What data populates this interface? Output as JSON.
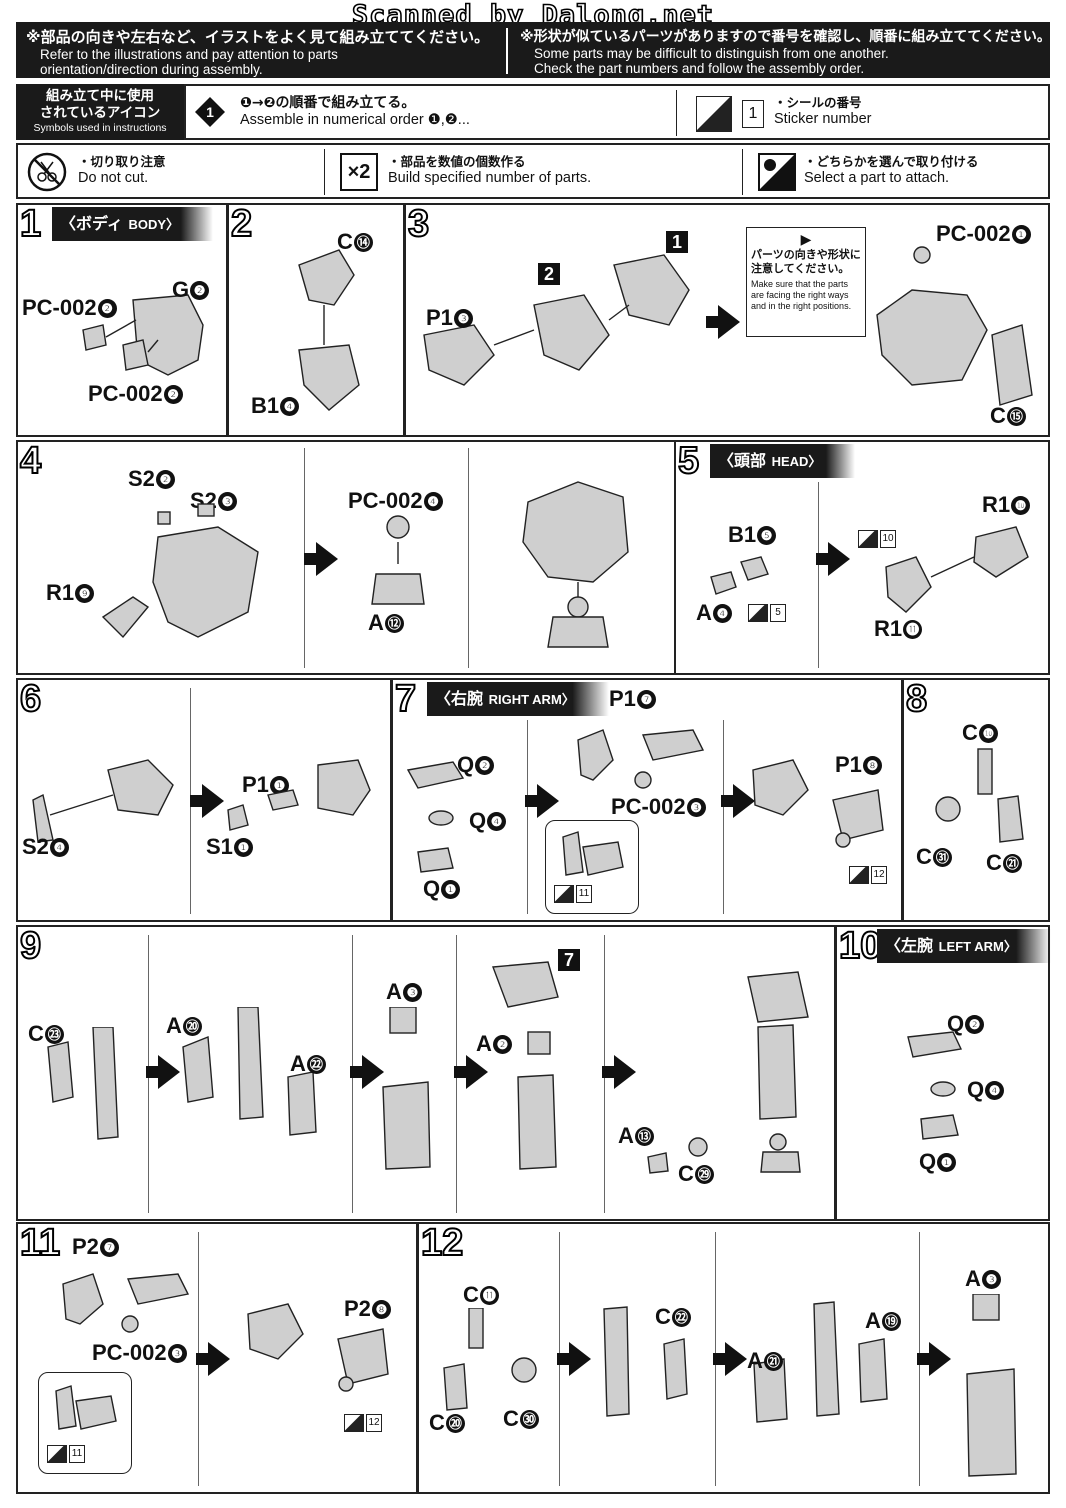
{
  "watermark": "Scanned by Dalong.net",
  "header": {
    "left_jp": "※部品の向きや左右など、イラストをよく見て組み立ててください。",
    "left_en1": "Refer to the illustrations and pay attention to parts",
    "left_en2": "orientation/direction during assembly.",
    "right_jp": "※形状が似ているパーツがありますので番号を確認し、順番に組み立ててください。",
    "right_en1": "Some parts may be difficult to distinguish from one another.",
    "right_en2": "Check the part numbers and follow the assembly order."
  },
  "legend": {
    "title_jp1": "組み立て中に使用",
    "title_jp2": "されているアイコン",
    "title_en": "Symbols used in instructions",
    "order_jp": "❶→❷の順番で組み立てる。",
    "order_en": "Assemble in numerical order ❶,❷...",
    "sticker_num": "1",
    "sticker_jp": "・シールの番号",
    "sticker_en": "Sticker number",
    "cut_jp": "・切り取り注意",
    "cut_en": "Do not cut.",
    "x2_label": "×2",
    "x2_jp": "・部品を数値の個数作る",
    "x2_en": "Build specified number of parts.",
    "select_jp": "・どちらかを選んで取り付ける",
    "select_en": "Select a part to attach."
  },
  "sections": {
    "body": {
      "jp": "〈ボディ",
      "en": "BODY〉"
    },
    "head": {
      "jp": "〈頭部",
      "en": "HEAD〉"
    },
    "right_arm": {
      "jp": "〈右腕",
      "en": "RIGHT ARM〉"
    },
    "left_arm": {
      "jp": "〈左腕",
      "en": "LEFT ARM〉"
    }
  },
  "steps": [
    "1",
    "2",
    "3",
    "4",
    "5",
    "6",
    "7",
    "8",
    "9",
    "10",
    "11",
    "12"
  ],
  "note3": {
    "jp1": "パーツの向きや形状に",
    "jp2": "注意してください。",
    "en": "Make sure that the parts are facing the right ways and in the right positions."
  },
  "labels": {
    "s1": [
      {
        "p": "PC-002",
        "n": "❷"
      },
      {
        "p": "G",
        "n": "❷"
      },
      {
        "p": "PC-002",
        "n": "❷"
      }
    ],
    "s2": [
      {
        "p": "C",
        "n": "⑭"
      },
      {
        "p": "B1",
        "n": "❹"
      }
    ],
    "s3": [
      {
        "p": "P1",
        "n": "❸"
      },
      {
        "p": "PC-002",
        "n": "❶"
      },
      {
        "p": "C",
        "n": "⑮"
      }
    ],
    "s3_badges": [
      "1",
      "2"
    ],
    "s4": [
      {
        "p": "S2",
        "n": "❷"
      },
      {
        "p": "S2",
        "n": "❸"
      },
      {
        "p": "R1",
        "n": "❾"
      },
      {
        "p": "PC-002",
        "n": "❹"
      },
      {
        "p": "A",
        "n": "⑫"
      }
    ],
    "s5": [
      {
        "p": "B1",
        "n": "❺"
      },
      {
        "p": "A",
        "n": "❹"
      },
      {
        "p": "R1",
        "n": "❿"
      },
      {
        "p": "R1",
        "n": "⓫"
      }
    ],
    "s5_stickers": [
      "5",
      "10"
    ],
    "s6": [
      {
        "p": "S2",
        "n": "❹"
      },
      {
        "p": "P1",
        "n": "❶"
      },
      {
        "p": "S1",
        "n": "❶"
      }
    ],
    "s7": [
      {
        "p": "Q",
        "n": "❷"
      },
      {
        "p": "Q",
        "n": "❹"
      },
      {
        "p": "Q",
        "n": "❶"
      },
      {
        "p": "P1",
        "n": "❼"
      },
      {
        "p": "PC-002",
        "n": "❸"
      },
      {
        "p": "P1",
        "n": "❽"
      }
    ],
    "s7_stickers": [
      "11",
      "12"
    ],
    "s8": [
      {
        "p": "C",
        "n": "❿"
      },
      {
        "p": "C",
        "n": "㉛"
      },
      {
        "p": "C",
        "n": "㉑"
      }
    ],
    "s9": [
      {
        "p": "C",
        "n": "㉓"
      },
      {
        "p": "A",
        "n": "⑳"
      },
      {
        "p": "A",
        "n": "㉒"
      },
      {
        "p": "A",
        "n": "❸"
      },
      {
        "p": "A",
        "n": "❷"
      },
      {
        "p": "A",
        "n": "⑬"
      },
      {
        "p": "C",
        "n": "㉙"
      }
    ],
    "s9_badge": "7",
    "s10": [
      {
        "p": "Q",
        "n": "❷"
      },
      {
        "p": "Q",
        "n": "❹"
      },
      {
        "p": "Q",
        "n": "❶"
      }
    ],
    "s11": [
      {
        "p": "P2",
        "n": "❼"
      },
      {
        "p": "PC-002",
        "n": "❸"
      },
      {
        "p": "P2",
        "n": "❽"
      }
    ],
    "s11_stickers": [
      "11",
      "12"
    ],
    "s12": [
      {
        "p": "C",
        "n": "⓫"
      },
      {
        "p": "C",
        "n": "⑳"
      },
      {
        "p": "C",
        "n": "㉚"
      },
      {
        "p": "C",
        "n": "㉒"
      },
      {
        "p": "A",
        "n": "㉑"
      },
      {
        "p": "A",
        "n": "⑲"
      },
      {
        "p": "A",
        "n": "❸"
      }
    ]
  }
}
